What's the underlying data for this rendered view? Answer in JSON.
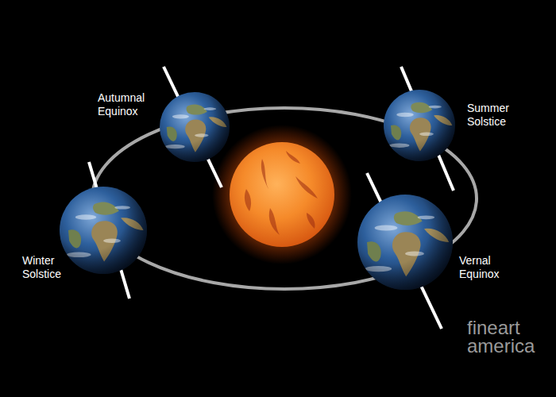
{
  "diagram": {
    "nodes": [
      {
        "text": [
          "Autumnal Equinox"
        ]
      },
      {
        "text": [
          "Summer Solstice"
        ]
      },
      {
        "text": [
          "Winter Solstice"
        ]
      },
      {
        "text": [
          "Vernal Equinox"
        ]
      }
    ],
    "labels": [
      "fineart america"
    ]
  }
}
